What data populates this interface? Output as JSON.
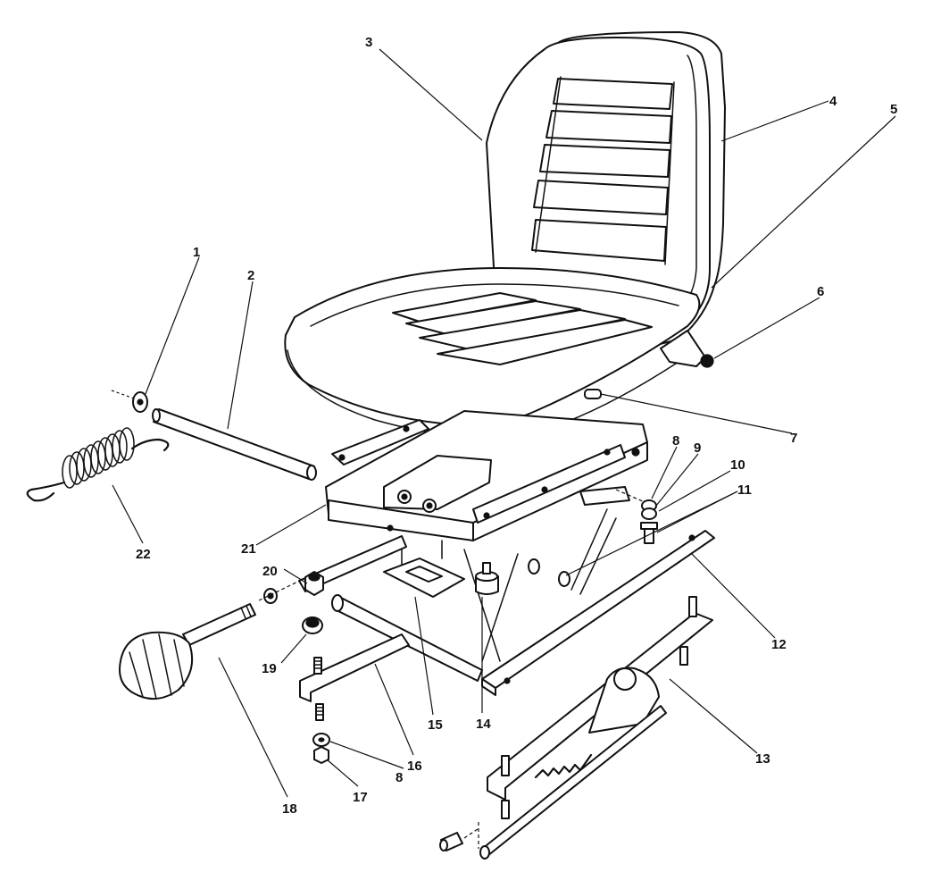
{
  "callouts": [
    {
      "id": "1",
      "label": "1"
    },
    {
      "id": "2",
      "label": "2"
    },
    {
      "id": "3",
      "label": "3"
    },
    {
      "id": "4",
      "label": "4"
    },
    {
      "id": "5",
      "label": "5"
    },
    {
      "id": "6",
      "label": "6"
    },
    {
      "id": "7",
      "label": "7"
    },
    {
      "id": "8a",
      "label": "8"
    },
    {
      "id": "9",
      "label": "9"
    },
    {
      "id": "10",
      "label": "10"
    },
    {
      "id": "11",
      "label": "11"
    },
    {
      "id": "12",
      "label": "12"
    },
    {
      "id": "13",
      "label": "13"
    },
    {
      "id": "14",
      "label": "14"
    },
    {
      "id": "15",
      "label": "15"
    },
    {
      "id": "16",
      "label": "16"
    },
    {
      "id": "17",
      "label": "17"
    },
    {
      "id": "8b",
      "label": "8"
    },
    {
      "id": "18",
      "label": "18"
    },
    {
      "id": "19",
      "label": "19"
    },
    {
      "id": "20",
      "label": "20"
    },
    {
      "id": "21",
      "label": "21"
    },
    {
      "id": "22",
      "label": "22"
    }
  ]
}
